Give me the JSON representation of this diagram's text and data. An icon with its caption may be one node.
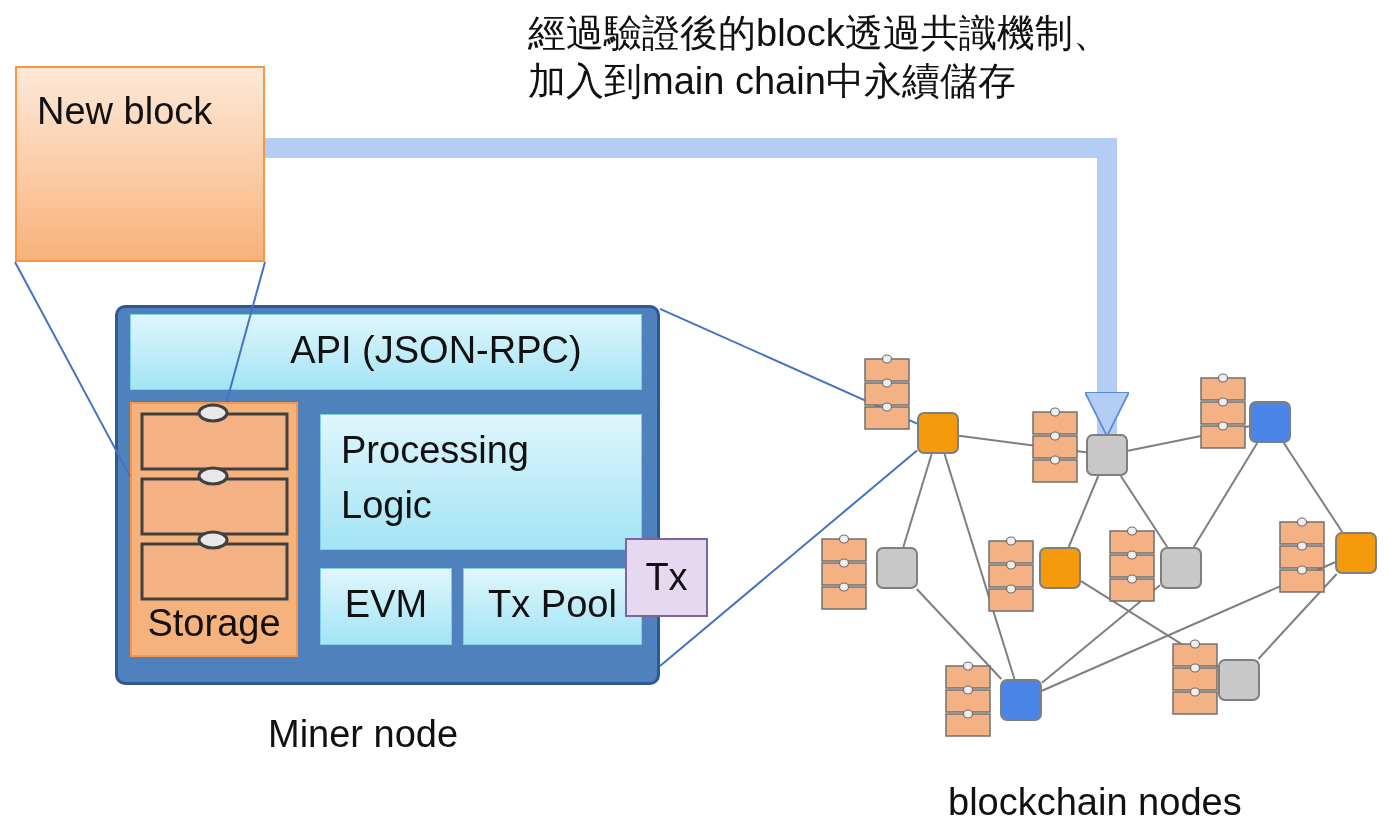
{
  "diagram": {
    "nodes": [
      {
        "text": [
          "New block"
        ]
      },
      {
        "text": [],
        "shape": "box",
        "beside": [
          "Miner node"
        ]
      },
      {
        "text": [
          "API (JSON-RPC)"
        ],
        "in": 1
      },
      {
        "text": [
          "Storage"
        ],
        "in": 1
      },
      {
        "text": [
          "Processing Logic"
        ],
        "in": 1
      },
      {
        "text": [
          "EVM"
        ],
        "in": 1
      },
      {
        "text": [
          "Tx Pool"
        ],
        "in": 1
      },
      {
        "text": [
          "Tx"
        ]
      },
      {
        "text": [],
        "shape": "box"
      },
      {
        "text": [],
        "shape": "box"
      },
      {
        "text": [],
        "shape": "box"
      },
      {
        "text": [],
        "shape": "box"
      },
      {
        "text": [],
        "shape": "box"
      },
      {
        "text": [],
        "shape": "box"
      },
      {
        "text": [],
        "shape": "box"
      },
      {
        "text": [],
        "shape": "box"
      },
      {
        "text": [],
        "shape": "box"
      }
    ],
    "edges": [
      {
        "from": 0,
        "to": 3,
        "arrow": "none",
        "color": "#4472c4"
      },
      {
        "from": 0,
        "to": 3,
        "arrow": "none",
        "color": "#4472c4"
      },
      {
        "from": 1,
        "to": 8,
        "arrow": "none",
        "color": "#4472c4"
      },
      {
        "from": 1,
        "to": 8,
        "arrow": "none",
        "color": "#4472c4"
      },
      {
        "from": 0,
        "to": 9,
        "arrow": "to",
        "style": "thick",
        "color": "#b4cdf5",
        "label": "經過驗證後的block透過共識機制、加入到main chain中永續儲存"
      },
      {
        "from": 8,
        "to": 9,
        "arrow": "none"
      },
      {
        "from": 9,
        "to": 10,
        "arrow": "none"
      },
      {
        "from": 8,
        "to": 11,
        "arrow": "none"
      },
      {
        "from": 8,
        "to": 15,
        "arrow": "none"
      },
      {
        "from": 9,
        "to": 12,
        "arrow": "none"
      },
      {
        "from": 9,
        "to": 13,
        "arrow": "none"
      },
      {
        "from": 10,
        "to": 13,
        "arrow": "none"
      },
      {
        "from": 10,
        "to": 14,
        "arrow": "none"
      },
      {
        "from": 11,
        "to": 15,
        "arrow": "none"
      },
      {
        "from": 15,
        "to": 13,
        "arrow": "none"
      },
      {
        "from": 15,
        "to": 14,
        "arrow": "none"
      },
      {
        "from": 12,
        "to": 16,
        "arrow": "none"
      },
      {
        "from": 16,
        "to": 14,
        "arrow": "none"
      }
    ],
    "labels": [
      "blockchain nodes"
    ]
  }
}
